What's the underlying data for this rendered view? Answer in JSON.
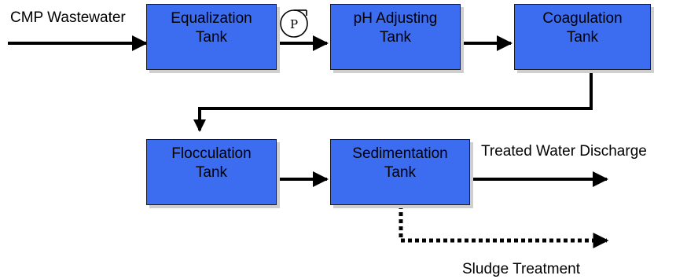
{
  "input_label": "CMP Wastewater",
  "pump_symbol": "P",
  "boxes": [
    {
      "id": "equalization",
      "line1": "Equalization",
      "line2": "Tank"
    },
    {
      "id": "ph",
      "line1": "pH Adjusting",
      "line2": "Tank"
    },
    {
      "id": "coagulation",
      "line1": "Coagulation",
      "line2": "Tank"
    },
    {
      "id": "flocculation",
      "line1": "Flocculation",
      "line2": "Tank"
    },
    {
      "id": "sedimentation",
      "line1": "Sedimentation",
      "line2": "Tank"
    }
  ],
  "outputs": {
    "treated": "Treated Water Discharge",
    "sludge": "Sludge Treatment"
  },
  "colors": {
    "box_fill": "#3c6df0",
    "line": "#000000"
  }
}
